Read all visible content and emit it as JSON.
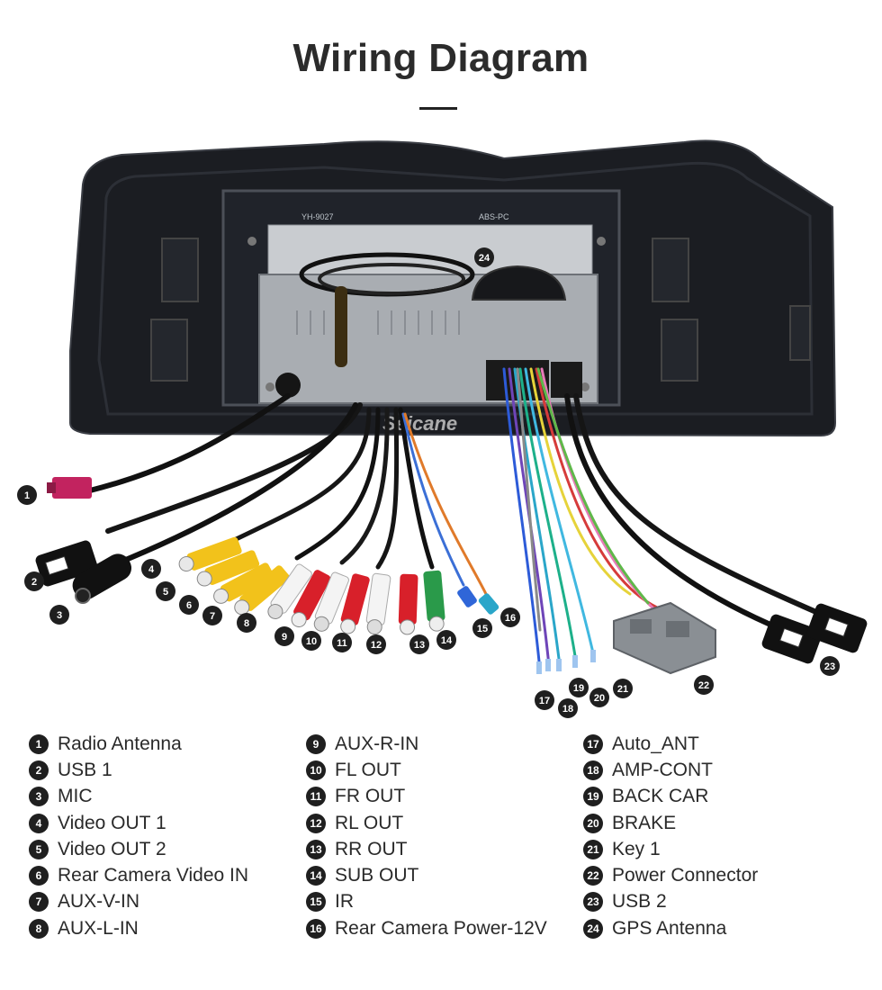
{
  "header": {
    "title": "Wiring Diagram"
  },
  "diagram": {
    "watermark": "Seicane",
    "frame_label_left": "YH-9027",
    "frame_label_right": "ABS-PC"
  },
  "legend": {
    "columns": [
      [
        {
          "num": "1",
          "label": "Radio Antenna"
        },
        {
          "num": "2",
          "label": "USB 1"
        },
        {
          "num": "3",
          "label": "MIC"
        },
        {
          "num": "4",
          "label": "Video OUT 1"
        },
        {
          "num": "5",
          "label": "Video OUT 2"
        },
        {
          "num": "6",
          "label": "Rear Camera Video IN"
        },
        {
          "num": "7",
          "label": "AUX-V-IN"
        },
        {
          "num": "8",
          "label": "AUX-L-IN"
        }
      ],
      [
        {
          "num": "9",
          "label": "AUX-R-IN"
        },
        {
          "num": "10",
          "label": "FL OUT"
        },
        {
          "num": "11",
          "label": "FR OUT"
        },
        {
          "num": "12",
          "label": "RL OUT"
        },
        {
          "num": "13",
          "label": "RR OUT"
        },
        {
          "num": "14",
          "label": "SUB OUT"
        },
        {
          "num": "15",
          "label": "IR"
        },
        {
          "num": "16",
          "label": "Rear Camera Power-12V"
        }
      ],
      [
        {
          "num": "17",
          "label": "Auto_ANT"
        },
        {
          "num": "18",
          "label": "AMP-CONT"
        },
        {
          "num": "19",
          "label": "BACK CAR"
        },
        {
          "num": "20",
          "label": "BRAKE"
        },
        {
          "num": "21",
          "label": "Key 1"
        },
        {
          "num": "22",
          "label": "Power Connector"
        },
        {
          "num": "23",
          "label": "USB 2"
        },
        {
          "num": "24",
          "label": "GPS Antenna"
        }
      ]
    ]
  }
}
